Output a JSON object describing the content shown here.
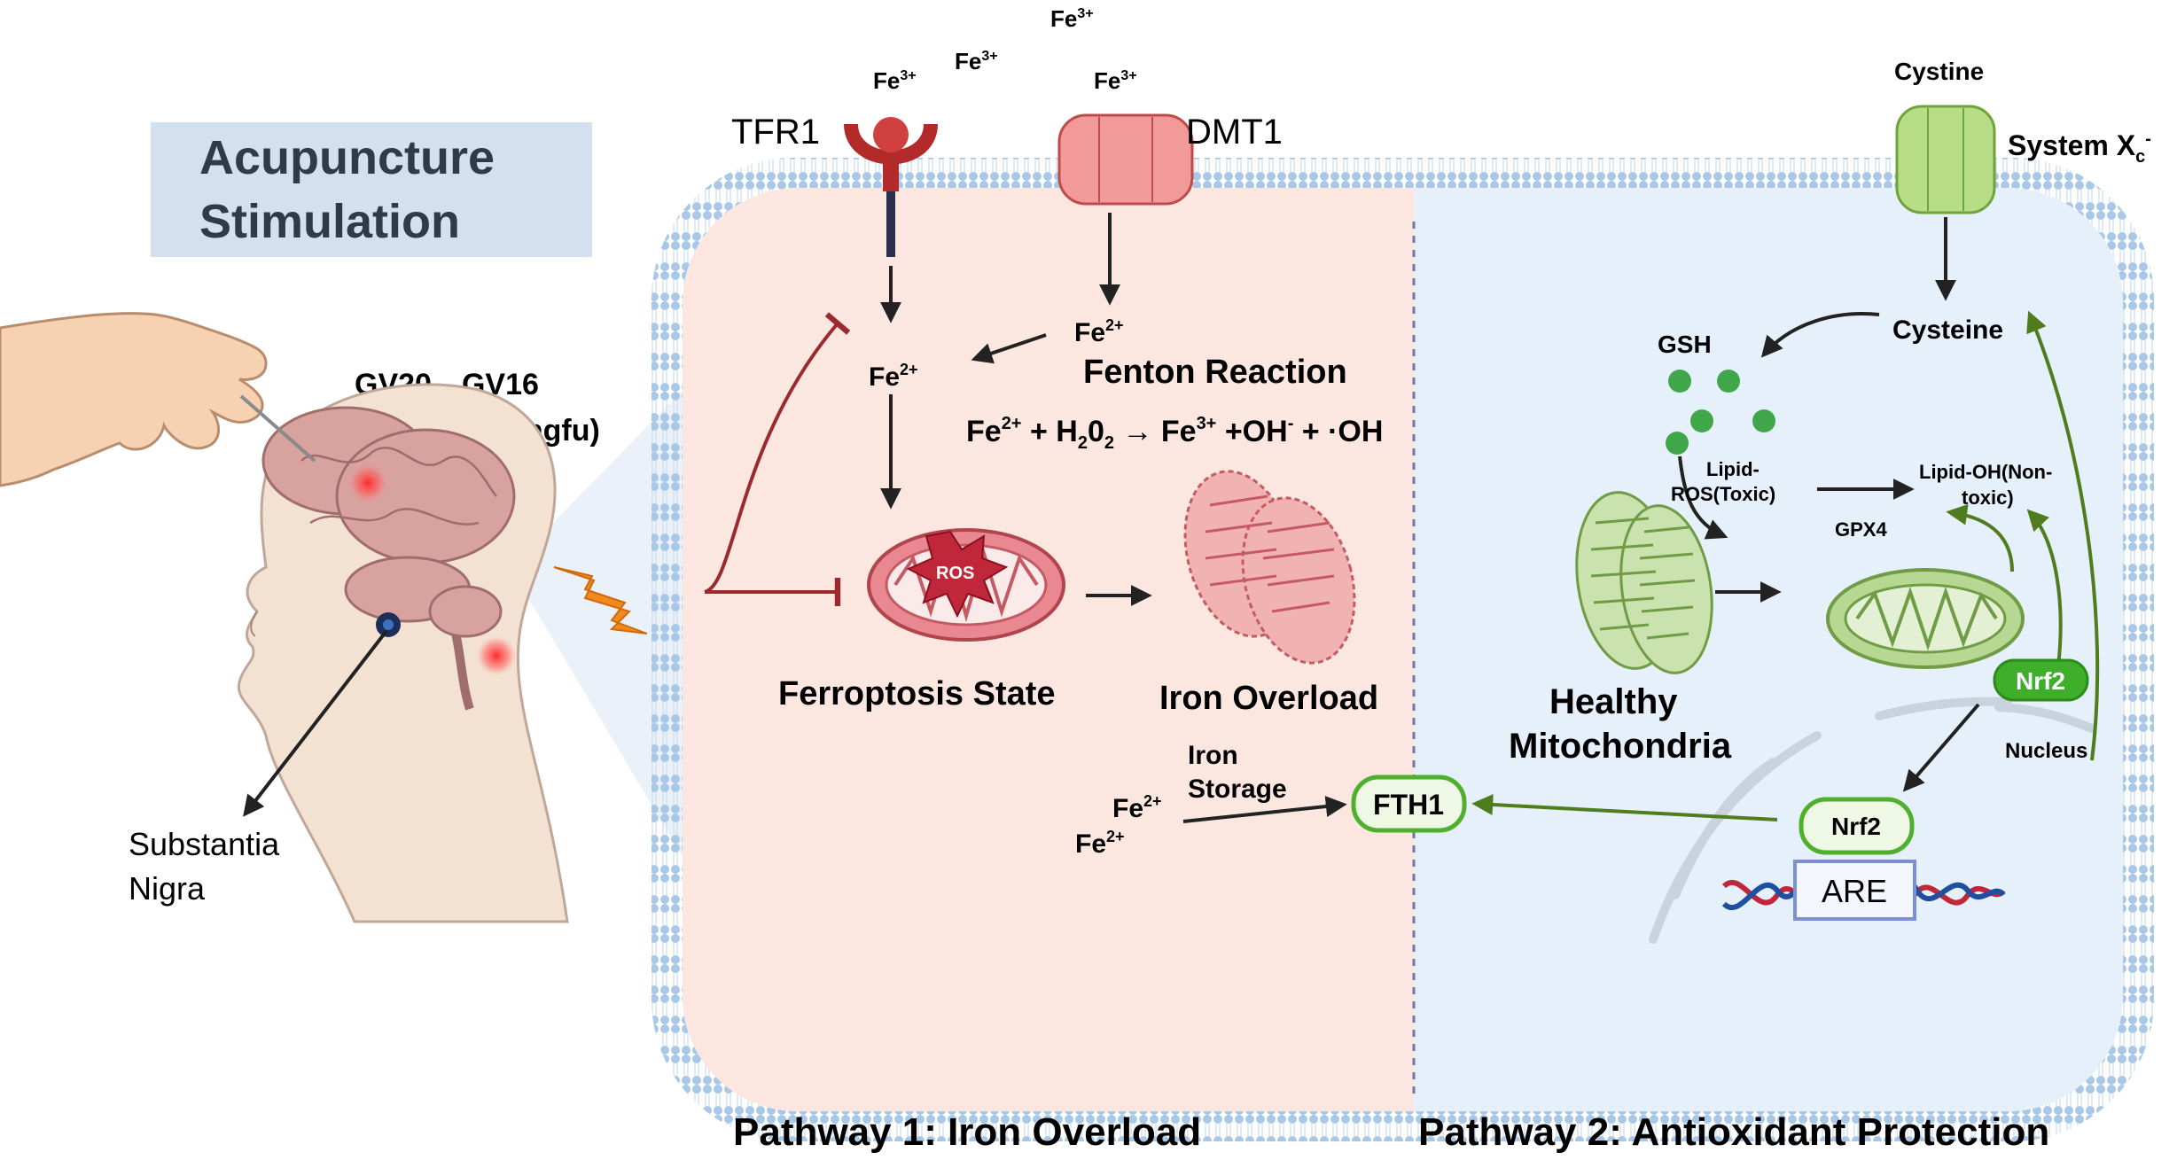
{
  "title_box": {
    "line1": "Acupuncture",
    "line2": "Stimulation"
  },
  "acupoints": {
    "line1": "GV20、GV16",
    "line2": "(Baihui、Fengfu)"
  },
  "target": {
    "line1": "Substantia",
    "line2": "Nigra"
  },
  "transporters": {
    "tfr1": "TFR1",
    "dmt1": "DMT1",
    "system_xc": "System X",
    "system_xc_sub": "c",
    "system_xc_sup": "-"
  },
  "ions": {
    "fe": "Fe",
    "fe3_charge": "3+",
    "fe2_charge": "2+"
  },
  "pathway1": {
    "fenton_title": "Fenton Reaction",
    "fenton_eq": {
      "fe": "Fe",
      "c2": "2+",
      "plus_h": " + H",
      "two": "2",
      "o": "0",
      "two_b": "2",
      "arrow_fe": " → Fe",
      "c3": "3+",
      "oh": " +OH",
      "minus": "-",
      "rad": " + ·OH"
    },
    "ros": "ROS",
    "ferroptosis": "Ferroptosis State",
    "iron_overload": "Iron Overload",
    "iron_storage_1": "Iron",
    "iron_storage_2": "Storage",
    "label": "Pathway 1: Iron Overload"
  },
  "pathway2": {
    "cystine": "Cystine",
    "cysteine": "Cysteine",
    "gsh": "GSH",
    "lipid_ros_1": "Lipid-",
    "lipid_ros_2": "ROS(Toxic)",
    "lipid_oh_1": "Lipid-OH(Non-",
    "lipid_oh_2": "toxic)",
    "gpx4": "GPX4",
    "healthy_1": "Healthy",
    "healthy_2": "Mitochondria",
    "nrf2": "Nrf2",
    "nucleus": "Nucleus",
    "are": "ARE",
    "fth1": "FTH1",
    "label": "Pathway 2: Antioxidant Protection"
  },
  "colors": {
    "left_bg": "#fbe7df",
    "right_bg": "#e5f0fb",
    "membrane": "#a9c8e8",
    "title_bg": "#d3e0ef",
    "title_text": "#2f3a4a",
    "inhibit": "#9b2a2f",
    "green_arrow": "#4f7d1e",
    "nrf2_fill": "#3fae2a",
    "gsh_dot": "#3fa74a",
    "mito_red": "#d85d64",
    "mito_green": "#9dc676"
  }
}
